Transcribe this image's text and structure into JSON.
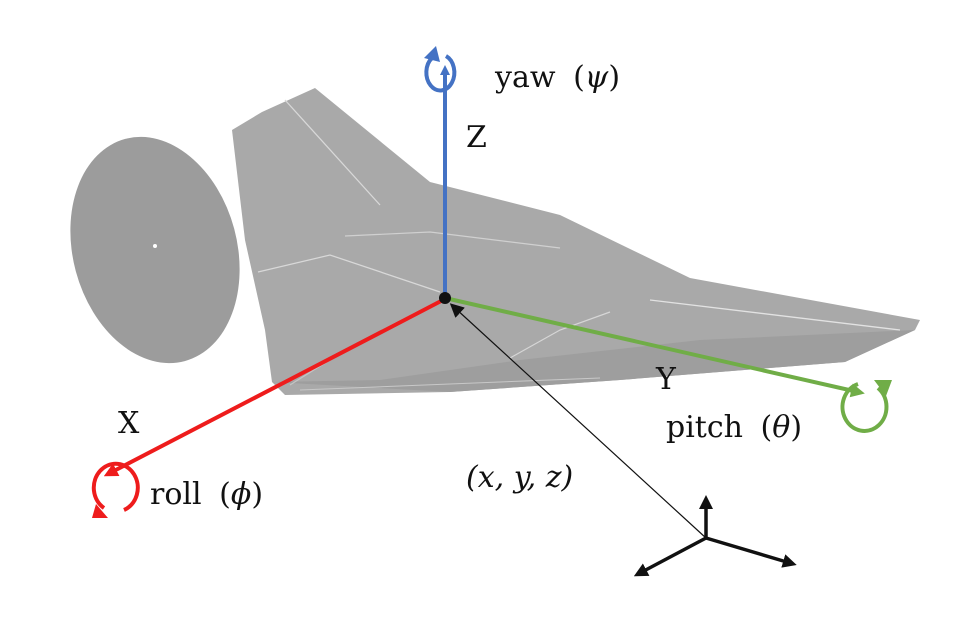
{
  "labels": {
    "z_axis": "Z",
    "y_axis": "Y",
    "x_axis": "X",
    "yaw_word": "yaw",
    "yaw_symbol": "ψ",
    "pitch_word": "pitch",
    "pitch_symbol": "θ",
    "roll_word": "roll",
    "roll_symbol": "ϕ",
    "position": "(x, y, z)"
  },
  "colors": {
    "z_axis": "#4472c4",
    "y_axis": "#70ad47",
    "x_axis": "#ee1c1c",
    "body": "#a9a9a9",
    "body_dark": "#9a9a9a",
    "frame": "#111111"
  },
  "icons": {
    "yaw": "rotation-arrow-icon",
    "pitch": "rotation-arrow-icon",
    "roll": "rotation-arrow-icon",
    "reference_frame": "triad-axes-icon"
  }
}
